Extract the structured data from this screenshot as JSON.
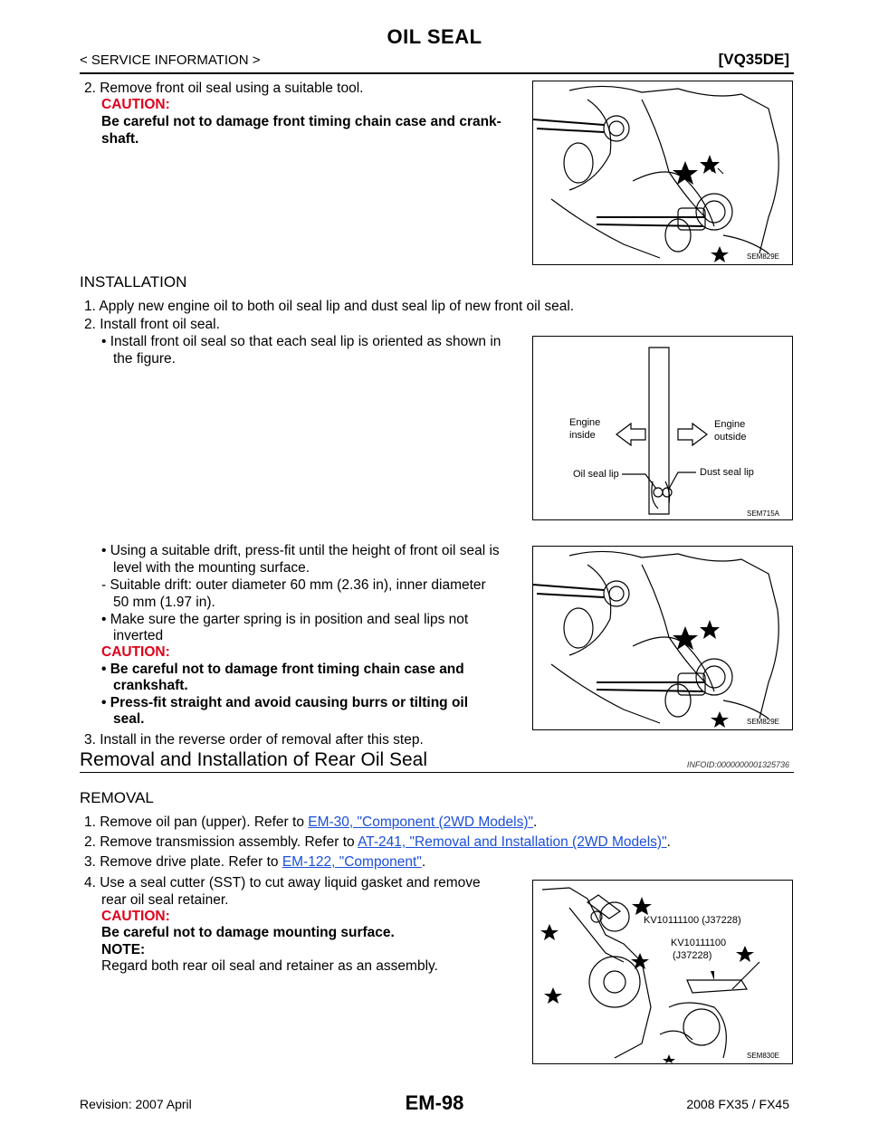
{
  "header": {
    "title": "OIL SEAL",
    "section": "< SERVICE INFORMATION >",
    "engine_code": "[VQ35DE]"
  },
  "removal_front": {
    "step2": "2. Remove front oil seal using a suitable tool.",
    "caution_label": "CAUTION:",
    "caution_text_1": "Be careful not to damage front timing chain case and crank-",
    "caution_text_2": "shaft."
  },
  "installation": {
    "heading": "INSTALLATION",
    "step1": "1. Apply new engine oil to both oil seal lip and dust seal lip of new front oil seal.",
    "step2": "2. Install front oil seal.",
    "bullet1_a": "• Install front oil seal so that each seal lip is oriented as shown in",
    "bullet1_b": "the figure.",
    "bullet2_a": "• Using a suitable drift, press-fit until the height of front oil seal is",
    "bullet2_b": "level with the mounting surface.",
    "dash1_a": "- Suitable drift: outer diameter 60 mm (2.36 in), inner diameter",
    "dash1_b": "50 mm (1.97 in).",
    "bullet3_a": "• Make sure the garter spring is in position and seal lips not",
    "bullet3_b": "inverted",
    "caution_label": "CAUTION:",
    "caution_b1_a": "• Be careful not to damage front timing chain case and",
    "caution_b1_b": "crankshaft.",
    "caution_b2_a": "• Press-fit straight and avoid causing burrs or tilting oil",
    "caution_b2_b": "seal.",
    "step3": "3. Install in the reverse order of removal after this step."
  },
  "rear_section": {
    "heading": "Removal and Installation of Rear Oil Seal",
    "infoid": "INFOID:0000000001325736",
    "removal_heading": "REMOVAL",
    "step1_prefix": "1. Remove oil pan (upper). Refer to ",
    "step1_link": "EM-30, \"Component (2WD Models)\"",
    "step1_suffix": ".",
    "step2_prefix": "2. Remove transmission assembly. Refer to ",
    "step2_link": "AT-241, \"Removal and Installation (2WD Models)\"",
    "step2_suffix": ".",
    "step3_prefix": "3. Remove drive plate. Refer to ",
    "step3_link": "EM-122, \"Component\"",
    "step3_suffix": ".",
    "step4_a": "4. Use a seal cutter (SST) to cut away liquid gasket and remove",
    "step4_b": "rear oil seal retainer.",
    "caution_label": "CAUTION:",
    "caution_text": "Be careful not to damage mounting surface.",
    "note_label": "NOTE:",
    "note_text": "Regard both rear oil seal and retainer as an assembly."
  },
  "figures": {
    "fig1_code": "SEM829E",
    "fig2_code": "SEM715A",
    "fig2_engine_inside": "Engine\ninside",
    "fig2_engine_inside_l1": "Engine",
    "fig2_engine_inside_l2": "inside",
    "fig2_engine_outside_l1": "Engine",
    "fig2_engine_outside_l2": "outside",
    "fig2_oil_seal_lip": "Oil seal lip",
    "fig2_dust_seal_lip": "Dust seal lip",
    "fig3_code": "SEM829E",
    "fig4_code": "SEM830E",
    "fig4_tool1": "KV10111100 (J37228)",
    "fig4_tool2_l1": "KV10111100",
    "fig4_tool2_l2": "(J37228)"
  },
  "footer": {
    "revision": "Revision: 2007 April",
    "page": "EM-98",
    "model": "2008 FX35 / FX45"
  },
  "colors": {
    "caution": "#e0001b",
    "link": "#1c4fd8"
  }
}
